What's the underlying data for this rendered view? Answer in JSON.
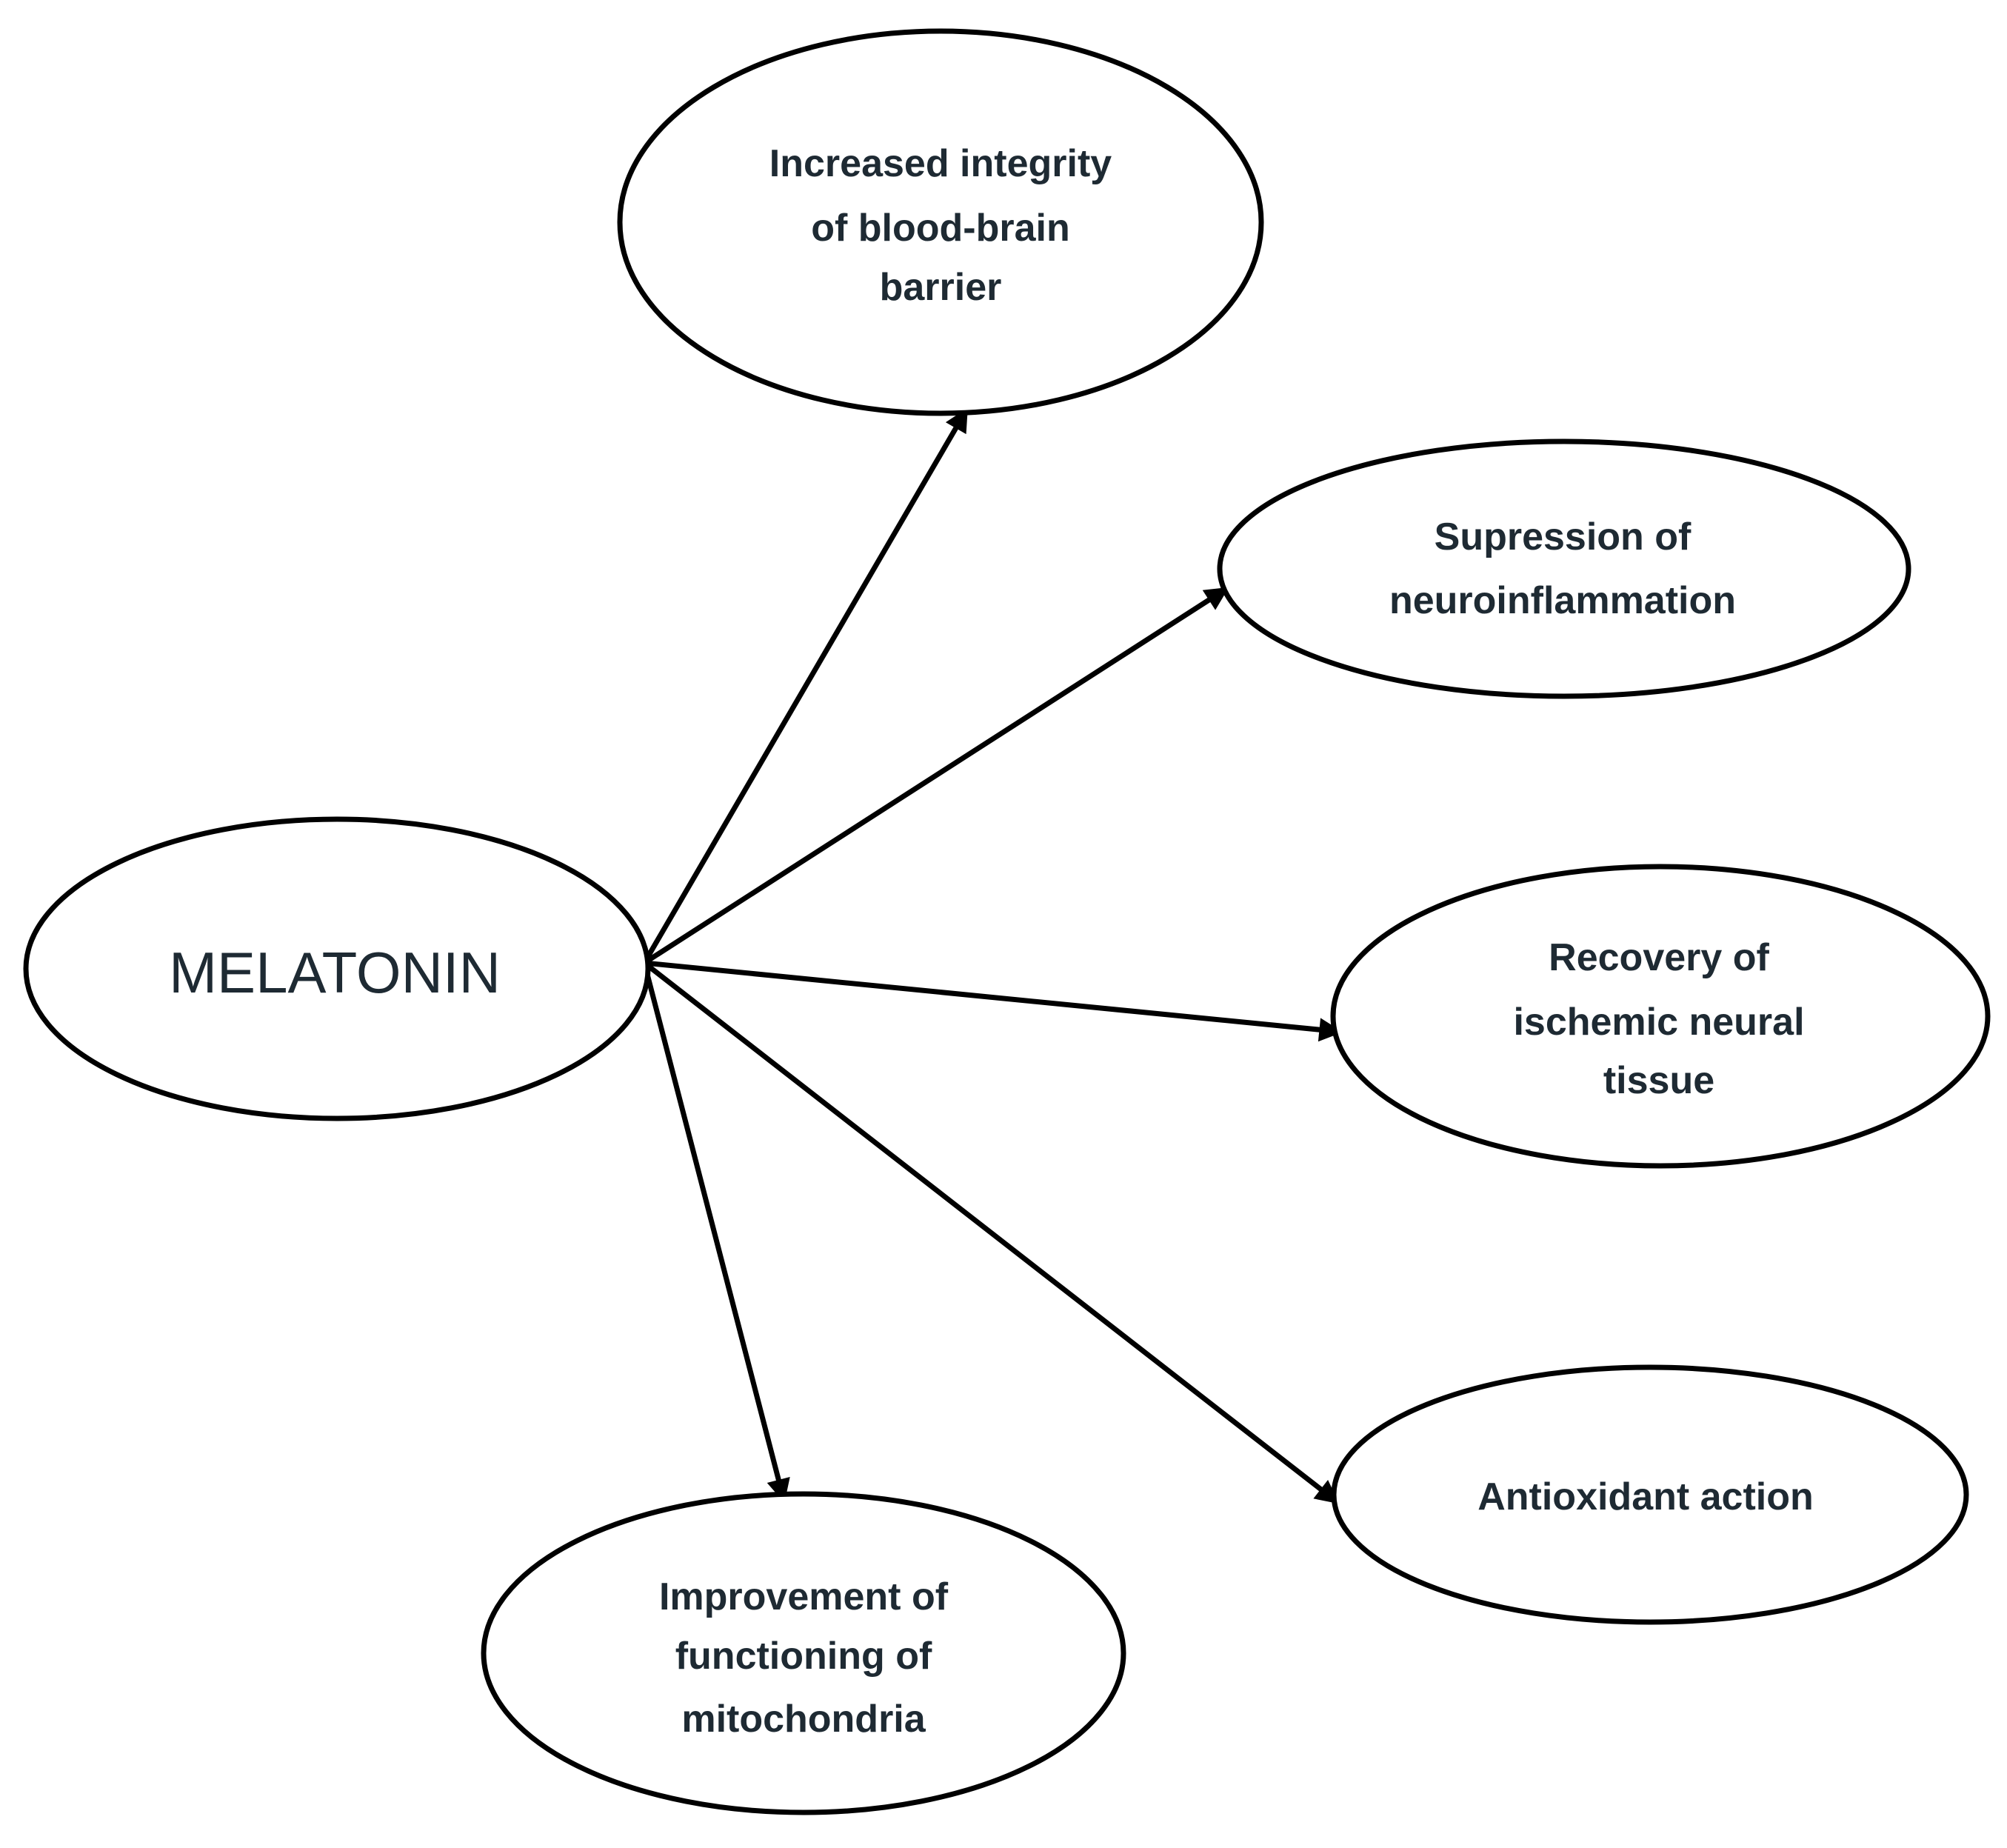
{
  "center": {
    "label": "MELATONIN"
  },
  "effects": [
    {
      "id": "bbb",
      "lines": [
        "Increased integrity",
        "of  blood-brain",
        "barrier"
      ]
    },
    {
      "id": "neuroinflammation",
      "lines": [
        "Supression of",
        "neuroinflammation"
      ]
    },
    {
      "id": "ischemic",
      "lines": [
        "Recovery of",
        "ischemic neural",
        "tissue"
      ]
    },
    {
      "id": "antioxidant",
      "lines": [
        "Antioxidant action"
      ]
    },
    {
      "id": "mitochondria",
      "lines": [
        "Improvement of",
        "functioning of",
        "mitochondria"
      ]
    }
  ],
  "colors": {
    "line": "#000000",
    "text": "#1e2a33",
    "background": "#ffffff"
  }
}
